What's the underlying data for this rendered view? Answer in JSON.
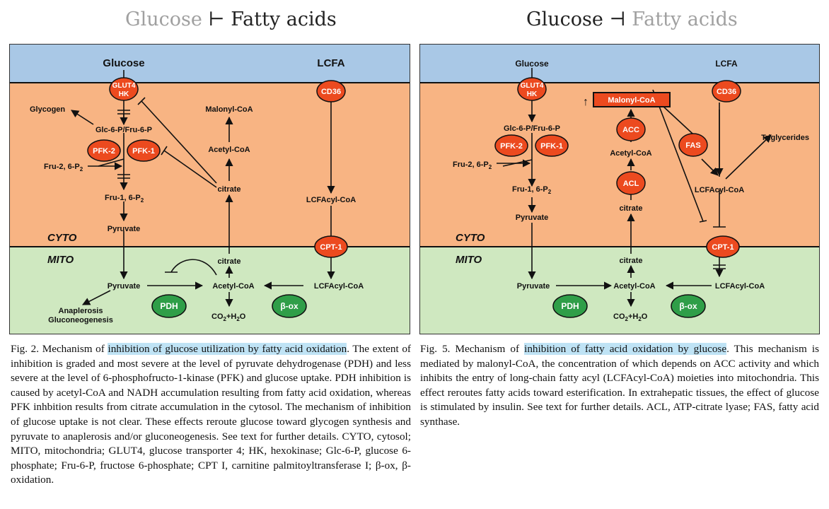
{
  "titles": {
    "left": {
      "part1": "Glucose",
      "symbol": "⊢",
      "part2": "Fatty acids"
    },
    "right": {
      "part1": "Glucose",
      "symbol": "⊣",
      "part2": "Fatty acids"
    }
  },
  "colors": {
    "top_band": "#a9c8e6",
    "cyto_band": "#f8b483",
    "mito_band": "#cfe8c0",
    "enzyme_red": "#ec4a1f",
    "enzyme_green": "#2f9e48"
  },
  "left_diagram": {
    "glucose": "Glucose",
    "lcfa": "LCFA",
    "glut4": "GLUT4",
    "hk": "HK",
    "cd36": "CD36",
    "glycogen": "Glycogen",
    "glc6p": "Glc-6-P/Fru-6-P",
    "pfk2": "PFK-2",
    "pfk1": "PFK-1",
    "fru26": "Fru-2, 6-P",
    "fru26_sub": "2",
    "fru16": "Fru-1, 6-P",
    "fru16_sub": "2",
    "pyruvate_cyto": "Pyruvate",
    "malonyl": "Malonyl-CoA",
    "acetyl_cyto": "Acetyl-CoA",
    "citrate_cyto": "citrate",
    "lcfacyl_cyto": "LCFAcyl-CoA",
    "cyto": "CYTO",
    "mito": "MITO",
    "cpt1": "CPT-1",
    "citrate_mito": "citrate",
    "pyruvate_mito": "Pyruvate",
    "acetyl_mito": "Acetyl-CoA",
    "lcfacyl_mito": "LCFAcyl-CoA",
    "anaplerosis": "Anaplerosis",
    "gluconeogenesis": "Gluconeogenesis",
    "pdh": "PDH",
    "box": "β-ox",
    "co2": "CO",
    "co2_sub": "2",
    "h2o": "+H",
    "h2o_sub": "2",
    "o": "O"
  },
  "right_diagram": {
    "glucose": "Glucose",
    "lcfa": "LCFA",
    "glut4": "GLUT4",
    "hk": "HK",
    "cd36": "CD36",
    "up_arrow": "↑",
    "malonyl": "Malonyl-CoA",
    "glc6p": "Glc-6-P/Fru-6-P",
    "pfk2": "PFK-2",
    "pfk1": "PFK-1",
    "fru26": "Fru-2, 6-P",
    "fru26_sub": "2",
    "fru16": "Fru-1, 6-P",
    "fru16_sub": "2",
    "pyruvate_cyto": "Pyruvate",
    "acc": "ACC",
    "acetyl_cyto": "Acetyl-CoA",
    "acl": "ACL",
    "citrate_cyto": "citrate",
    "fas": "FAS",
    "triglycerides": "Triglycerides",
    "lcfacyl_cyto": "LCFAcyl-CoA",
    "cyto": "CYTO",
    "mito": "MITO",
    "cpt1": "CPT-1",
    "citrate_mito": "citrate",
    "pyruvate_mito": "Pyruvate",
    "acetyl_mito": "Acetyl-CoA",
    "lcfacyl_mito": "LCFAcyl-CoA",
    "pdh": "PDH",
    "box": "β-ox",
    "co2": "CO",
    "co2_sub": "2",
    "h2o": "+H",
    "h2o_sub": "2",
    "o": "O"
  },
  "captions": {
    "left": {
      "pre": "Fig. 2. Mechanism of ",
      "highlight": "inhibition of glucose utilization by fatty acid oxidation",
      "post": ". The extent of inhibition is graded and most severe at the level of pyruvate dehydrogenase (PDH) and less severe at the level of 6-phosphofructo-1-kinase (PFK) and glucose uptake. PDH inhibition is caused by acetyl-CoA and NADH accumulation resulting from fatty acid oxidation, whereas PFK inhbition results from citrate accumulation in the cytosol. The mechanism of inhibition of glucose uptake is not clear. These effects reroute glucose toward glycogen synthesis and pyruvate to anaplerosis and/or gluconeogenesis. See text for further details. CYTO, cytosol; MITO, mitochondria; GLUT4, glucose transporter 4; HK, hexokinase; Glc-6-P, glucose 6-phosphate; Fru-6-P, fructose 6-phosphate; CPT I, carnitine palmitoyltransferase I; β-ox, β-oxidation."
    },
    "right": {
      "pre": "Fig. 5. Mechanism of ",
      "highlight": "inhibition of fatty acid oxidation by glucose",
      "post": ". This mechanism is mediated by malonyl-CoA, the concentration of which depends on ACC activity and which inhibits the entry of long-chain fatty acyl (LCFAcyl-CoA) moieties into mitochondria. This effect reroutes fatty acids toward esterification. In extrahepatic tissues, the effect of glucose is stimulated by insulin. See text for further details. ACL, ATP-citrate lyase; FAS, fatty acid synthase."
    }
  }
}
